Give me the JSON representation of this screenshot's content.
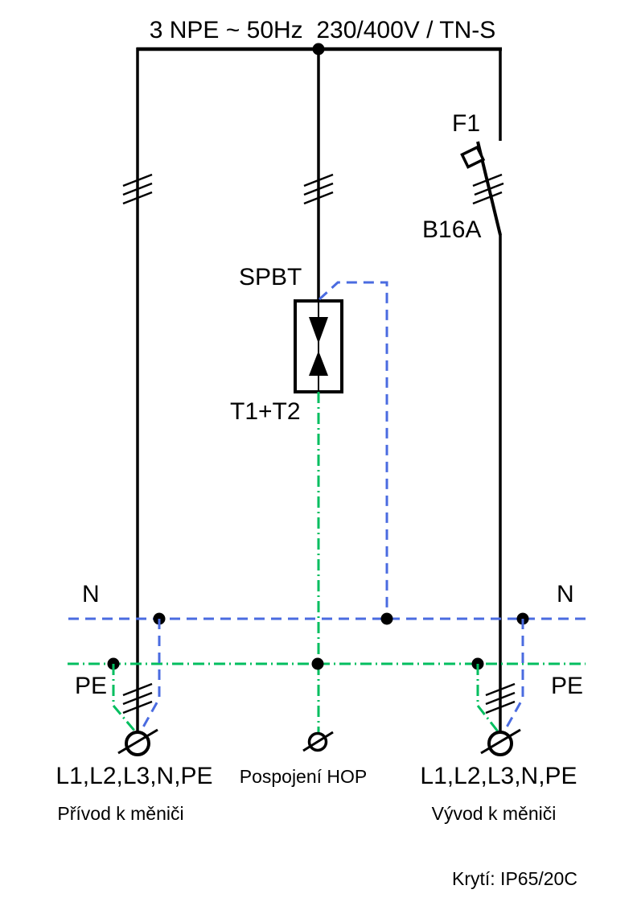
{
  "header": {
    "title": "3 NPE ~ 50Hz  230/400V / TN-S"
  },
  "components": {
    "breaker": {
      "designation": "F1",
      "rating": "B16A"
    },
    "surge_protector": {
      "designation": "SPBT",
      "arrester_classes": "T1+T2"
    }
  },
  "buses": {
    "neutral_label_left": "N",
    "neutral_label_right": "N",
    "pe_label_left": "PE",
    "pe_label_right": "PE"
  },
  "terminals": {
    "input": {
      "conductors": "L1,L2,L3,N,PE",
      "caption": "Přívod k měniči"
    },
    "bonding": {
      "caption": "Pospojení HOP"
    },
    "output": {
      "conductors": "L1,L2,L3,N,PE",
      "caption": "Vývod k měniči"
    }
  },
  "footer": {
    "enclosure_rating": "Krytí: IP65/20C"
  },
  "colors": {
    "line": "#000000",
    "neutral_blue": "#4a6be0",
    "pe_green": "#00be5f"
  }
}
